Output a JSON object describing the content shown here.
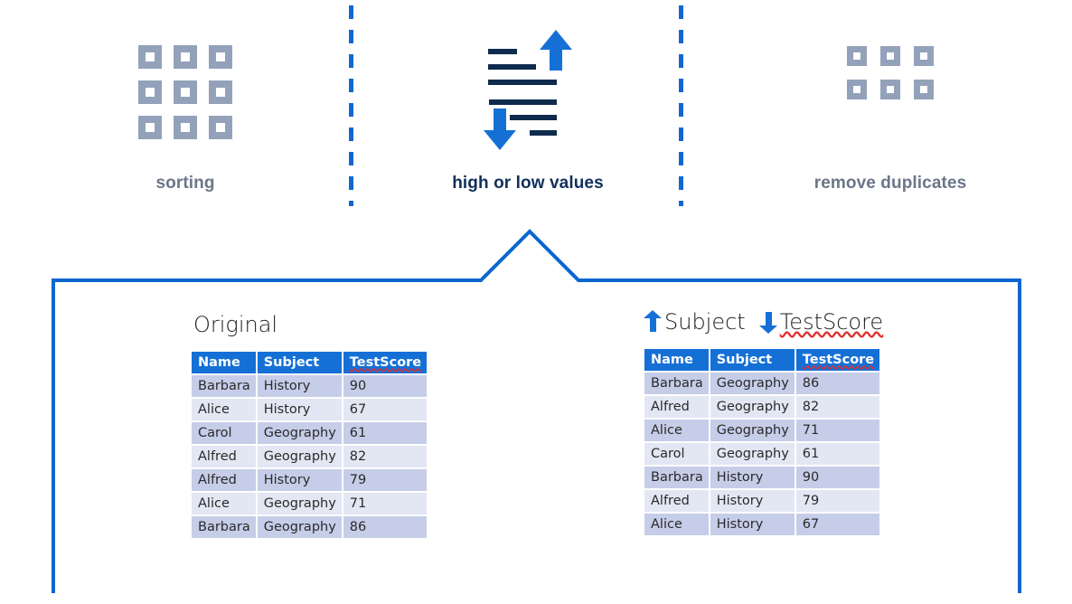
{
  "concepts": [
    {
      "key": "sorting",
      "label": "sorting",
      "icon": "grid-3x3-squares-icon",
      "label_color": "#6b7689"
    },
    {
      "key": "values",
      "label": "high or low values",
      "icon": "sort-arrows-bars-icon",
      "label_color": "#11305a"
    },
    {
      "key": "dupes",
      "label": "remove duplicates",
      "icon": "grid-3x2-squares-icon",
      "label_color": "#6b7689"
    }
  ],
  "colors": {
    "accent_blue": "#1570d6",
    "callout_border": "#0a66d0",
    "divider_blue": "#1267cf",
    "icon_gray": "#93a2ba",
    "navy": "#0e2b4d",
    "header_blue": "#1570d6",
    "row_odd": "#c6cde8",
    "row_even": "#e3e7f4"
  },
  "panels": {
    "original": {
      "title": "Original",
      "columns": [
        "Name",
        "Subject",
        "TestScore"
      ],
      "rows": [
        [
          "Barbara",
          "History",
          "90"
        ],
        [
          "Alice",
          "History",
          "67"
        ],
        [
          "Carol",
          "Geography",
          "61"
        ],
        [
          "Alfred",
          "Geography",
          "82"
        ],
        [
          "Alfred",
          "History",
          "79"
        ],
        [
          "Alice",
          "Geography",
          "71"
        ],
        [
          "Barbara",
          "Geography",
          "86"
        ]
      ]
    },
    "sorted": {
      "title_parts": {
        "first_arrow": "up-arrow-icon",
        "first_field": "Subject",
        "second_arrow": "down-arrow-icon",
        "second_field": "TestScore"
      },
      "columns": [
        "Name",
        "Subject",
        "TestScore"
      ],
      "rows": [
        [
          "Barbara",
          "Geography",
          "86"
        ],
        [
          "Alfred",
          "Geography",
          "82"
        ],
        [
          "Alice",
          "Geography",
          "71"
        ],
        [
          "Carol",
          "Geography",
          "61"
        ],
        [
          "Barbara",
          "History",
          "90"
        ],
        [
          "Alfred",
          "History",
          "79"
        ],
        [
          "Alice",
          "History",
          "67"
        ]
      ]
    }
  }
}
